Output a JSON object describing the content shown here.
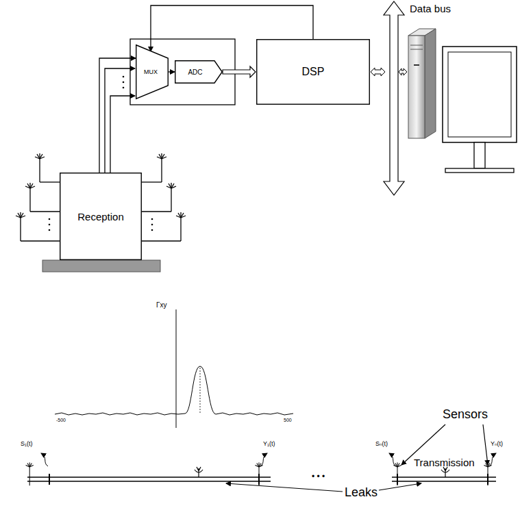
{
  "diagram": {
    "nodes": [
      {
        "text": [
          "MUX"
        ]
      },
      {
        "text": [
          "ADC"
        ]
      },
      {
        "text": [
          "DSP"
        ]
      },
      {
        "text": [
          "Reception"
        ]
      }
    ],
    "edges": [
      {
        "from": 0,
        "to": 1,
        "arrow": "to"
      },
      {
        "from": 1,
        "to": 2,
        "arrow": "to"
      },
      {
        "from": 2,
        "to": 0,
        "arrow": "to"
      },
      {
        "from": 3,
        "to": 0,
        "arrow": "to"
      }
    ],
    "labels": [
      "Data bus",
      "Γxy",
      "-500",
      "500",
      "S₁(t)",
      "Y₁(t)",
      "• • •",
      "Sₙ(t)",
      "Yₙ(t)",
      "Transmission",
      "Sensors",
      "Leaks"
    ]
  }
}
